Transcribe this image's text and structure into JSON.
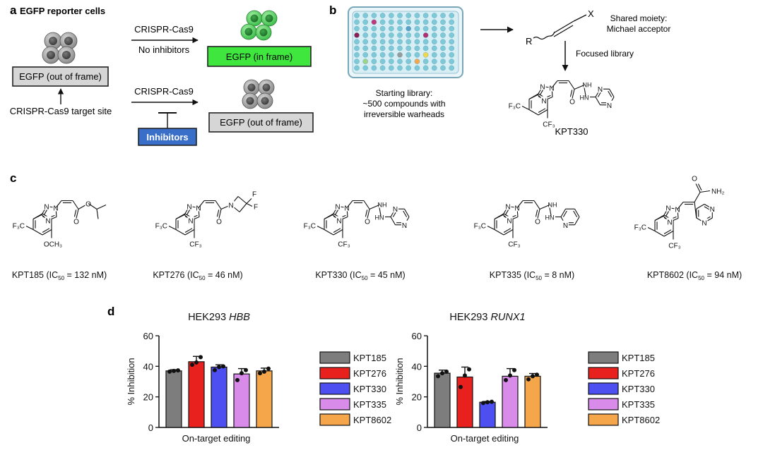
{
  "panels": {
    "a": {
      "letter": "a",
      "title": "EGFP reporter cells",
      "box_out_left": "EGFP (out of frame)",
      "target_site": "CRISPR-Cas9 target site",
      "top_arrow": "CRISPR-Cas9",
      "top_arrow_sub": "No inhibitors",
      "box_in_frame": "EGFP (in frame)",
      "bottom_arrow": "CRISPR-Cas9",
      "inhibitors": "Inhibitors",
      "box_out_right": "EGFP (out of frame)",
      "colors": {
        "in_frame": "#3ee63e",
        "inhibitors": "#3a6fc9",
        "grey_box": "#d6d6d6"
      }
    },
    "b": {
      "letter": "b",
      "library": [
        "Starting library:",
        "~500 compounds with",
        "irreversible warheads"
      ],
      "moiety": [
        "Shared moiety:",
        "Michael acceptor"
      ],
      "focused": "Focused library",
      "r_label": "R",
      "x_label": "X",
      "compound": "KPT330"
    },
    "c": {
      "letter": "c",
      "compounds": [
        {
          "name": "KPT185",
          "ic50": "132 nM"
        },
        {
          "name": "KPT276",
          "ic50": "46 nM"
        },
        {
          "name": "KPT330",
          "ic50": "45 nM"
        },
        {
          "name": "KPT335",
          "ic50": "8 nM"
        },
        {
          "name": "KPT8602",
          "ic50": "94 nM"
        }
      ]
    },
    "d": {
      "letter": "d"
    }
  },
  "chem": {
    "cf3": "F₃C",
    "cf3_sub": "CF₃",
    "n": "N",
    "o": "O",
    "f": "F",
    "h": "H",
    "nh": "NH",
    "ohn": "HN",
    "och3": "OCH₃",
    "nh2": "NH₂"
  },
  "chart_data": [
    {
      "type": "bar",
      "title": "HEK293 HBB",
      "title_prefix": "HEK293",
      "title_gene": "HBB",
      "xlabel": "On-target editing",
      "ylabel": "% Inhibition",
      "ylim": [
        0,
        60
      ],
      "yticks": [
        0,
        20,
        40,
        60
      ],
      "categories": [
        "KPT185",
        "KPT276",
        "KPT330",
        "KPT335",
        "KPT8602"
      ],
      "values": [
        37,
        43,
        39.5,
        35,
        37
      ],
      "errors": [
        0.8,
        3.5,
        1.5,
        3.5,
        1.8
      ],
      "points": [
        [
          36.5,
          37,
          37.3
        ],
        [
          41,
          42.5,
          46
        ],
        [
          37.5,
          39.5,
          40
        ],
        [
          31,
          35.5,
          37.5
        ],
        [
          35.5,
          36.5,
          38.5
        ]
      ],
      "colors": [
        "#7d7d7d",
        "#e8211f",
        "#4e4ff0",
        "#d88be8",
        "#f5a64b"
      ],
      "legend_position": "right",
      "grid": false
    },
    {
      "type": "bar",
      "title": "HEK293 RUNX1",
      "title_prefix": "HEK293",
      "title_gene": "RUNX1",
      "xlabel": "On-target editing",
      "ylabel": "% Inhibition",
      "ylim": [
        0,
        60
      ],
      "yticks": [
        0,
        20,
        40,
        60
      ],
      "categories": [
        "KPT185",
        "KPT276",
        "KPT330",
        "KPT335",
        "KPT8602"
      ],
      "values": [
        35.5,
        33,
        16.5,
        33.5,
        33.5
      ],
      "errors": [
        2,
        6.5,
        0.5,
        5,
        1.8
      ],
      "points": [
        [
          33.5,
          35.5,
          36.5
        ],
        [
          26.5,
          34,
          38
        ],
        [
          16,
          16.5,
          16.8
        ],
        [
          31,
          34,
          37.5
        ],
        [
          31.5,
          33.5,
          34.5
        ]
      ],
      "colors": [
        "#7d7d7d",
        "#e8211f",
        "#4e4ff0",
        "#d88be8",
        "#f5a64b"
      ],
      "legend_position": "right",
      "grid": false
    }
  ]
}
